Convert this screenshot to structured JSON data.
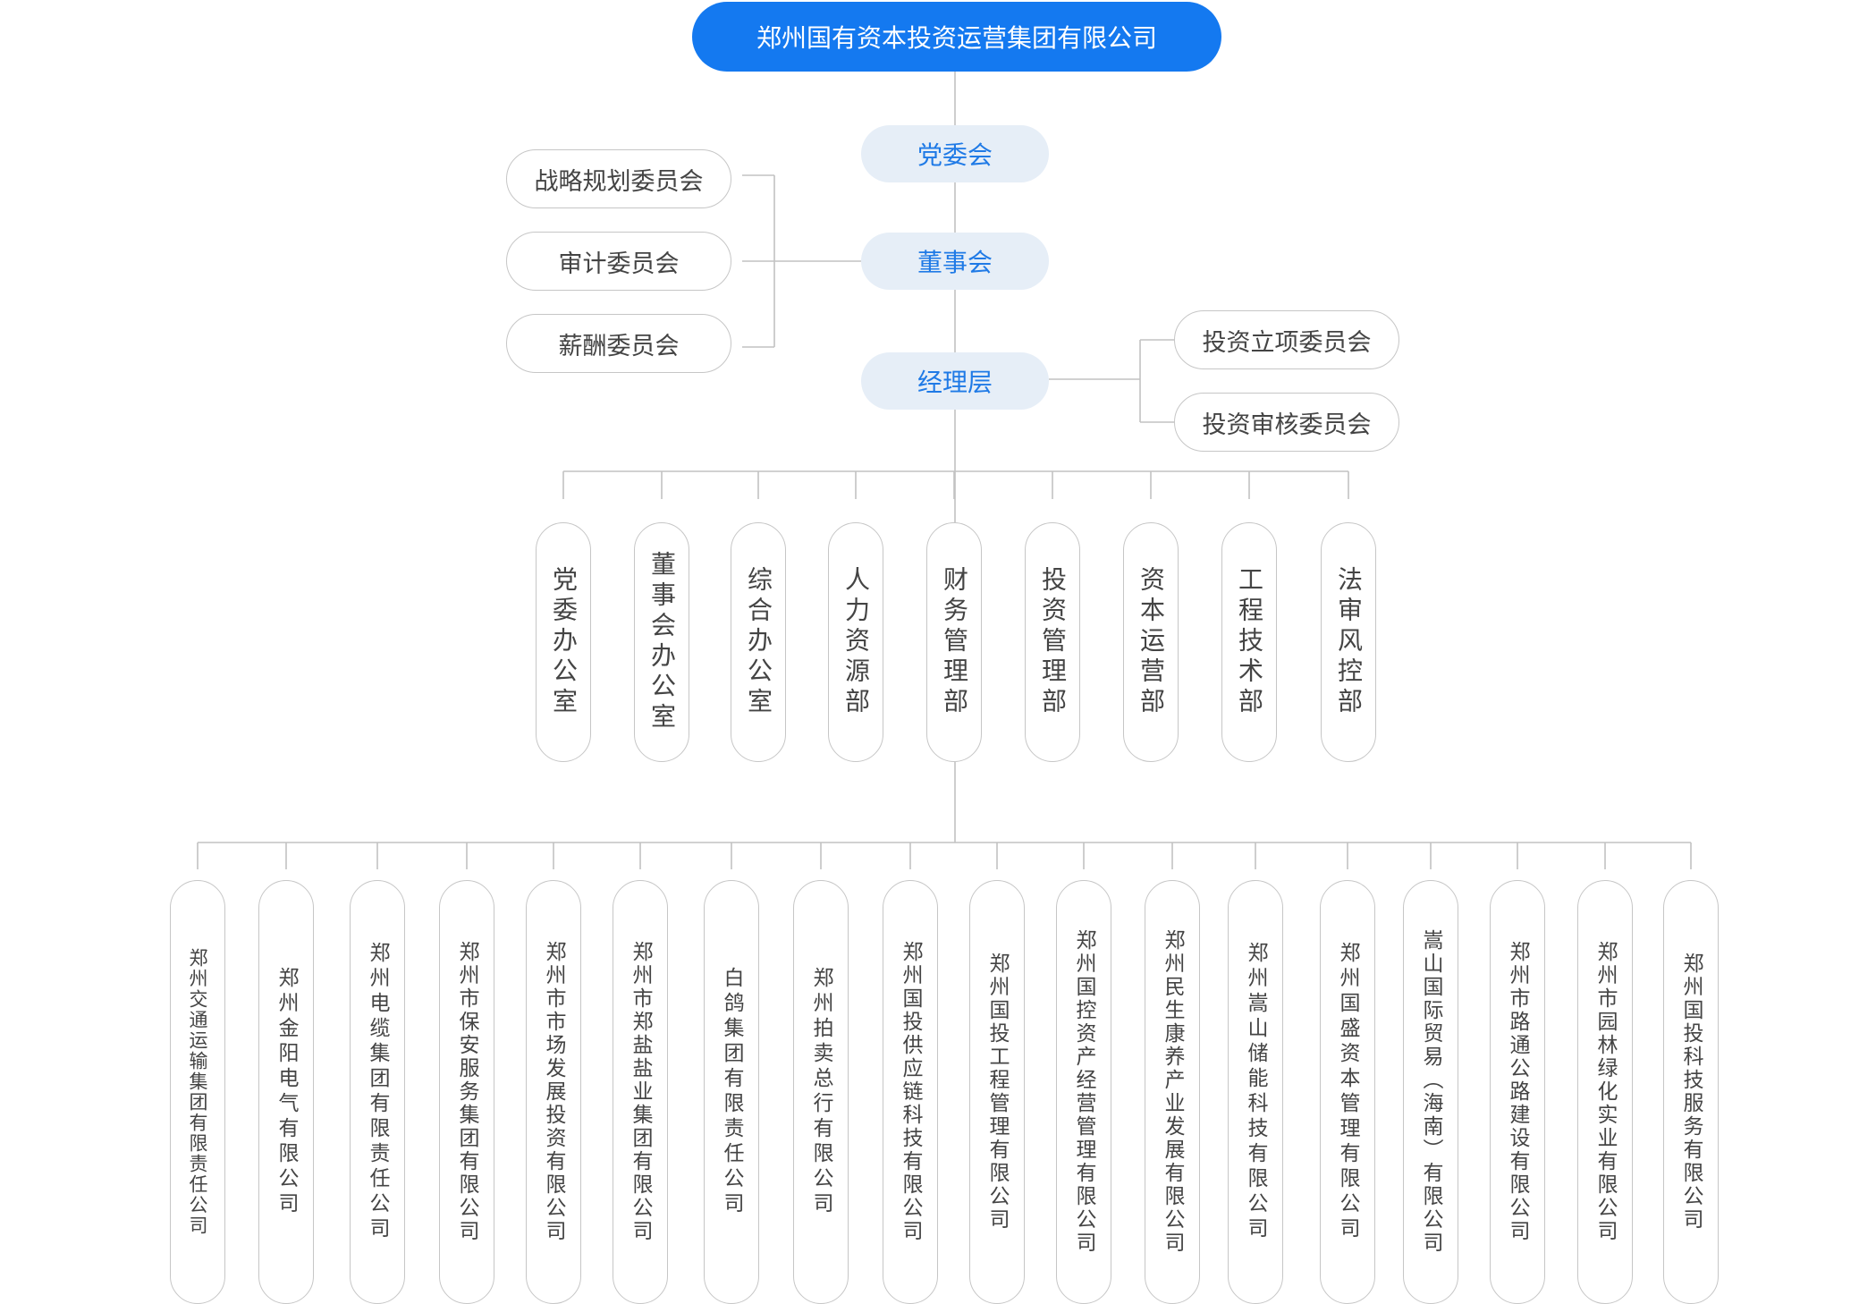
{
  "top": "郑州国有资本投资运营集团有限公司",
  "party_committee": "党委会",
  "board": "董事会",
  "management": "经理层",
  "board_committees": [
    "战略规划委员会",
    "审计委员会",
    "薪酬委员会"
  ],
  "management_committees": [
    "投资立项委员会",
    "投资审核委员会"
  ],
  "departments": [
    "党委办公室",
    "董事会办公室",
    "综合办公室",
    "人力资源部",
    "财务管理部",
    "投资管理部",
    "资本运营部",
    "工程技术部",
    "法审风控部"
  ],
  "subsidiaries": [
    "郑州交通运输集团有限责任公司",
    "郑州金阳电气有限公司",
    "郑州电缆集团有限责任公司",
    "郑州市保安服务集团有限公司",
    "郑州市市场发展投资有限公司",
    "郑州市郑盐盐业集团有限公司",
    "白鸽集团有限责任公司",
    "郑州拍卖总行有限公司",
    "郑州国投供应链科技有限公司",
    "郑州国投工程管理有限公司",
    "郑州国控资产经营管理有限公司",
    "郑州民生康养产业发展有限公司",
    "郑州嵩山储能科技有限公司",
    "郑州国盛资本管理有限公司",
    "嵩山国际贸易（海南）有限公司",
    "郑州市路通公路建设有限公司",
    "郑州市园林绿化实业有限公司",
    "郑州国投科技服务有限公司"
  ],
  "colors": {
    "primary": "#1479f0",
    "light_blue_bg": "#e6eef7",
    "blue_text": "#1f7ae6",
    "line": "#c2c2c2",
    "border": "#c6c6c6",
    "text": "#444444"
  }
}
